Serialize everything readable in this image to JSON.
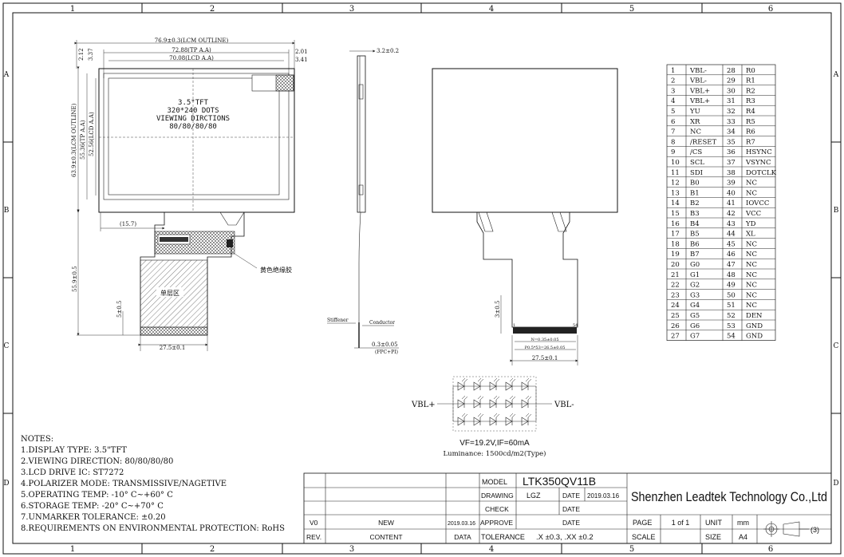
{
  "grid": {
    "columns": [
      "1",
      "2",
      "3",
      "4",
      "5",
      "6"
    ],
    "rows": [
      "A",
      "B",
      "C",
      "D"
    ]
  },
  "front_view": {
    "dims": {
      "outline_w": "76.9±0.3(LCM OUTLINE)",
      "tp_aa_w": "72.88(TP A.A)",
      "lcd_aa_w": "70.08(LCD A.A)",
      "r1": "2.01",
      "r2": "3.41",
      "l1": "2.12",
      "l2": "3.37",
      "outline_h": "63.9±0.3(LCM OUTLINE)",
      "tp_aa_h": "55.36(TP A.A)",
      "lcd_aa_h": "52.56(LCD A.A)",
      "fpc_offset": "(15.7)",
      "fpc_len": "55.9±0.5",
      "tab": "5±0.5",
      "fpc_w": "27.5±0.1"
    },
    "center_text": [
      "3.5\"TFT",
      "320*240 DOTS",
      "VIEWING DIRCTIONS",
      "80/80/80/80"
    ],
    "label_insulation": "黄色绝缘胶",
    "label_layer": "单层区"
  },
  "side_view": {
    "top_dim": "3.2±0.2",
    "stiffener": "Stiffener",
    "conductor": "Conductor",
    "thickness": "0.3±0.05",
    "thickness_note": "(FPC+PI)"
  },
  "back_view": {
    "tab_dim": "3±0.5",
    "pin_first": "1",
    "pin_last": "54",
    "pitch": "N=0.35±0.05",
    "pitch_total": "P0.5*53=26.5±0.05",
    "width": "27.5±0.1"
  },
  "led": {
    "plus": "VBL+",
    "minus": "VBL-",
    "vf": "VF=19.2V,IF=60mA",
    "lum": "Luminance: 1500cd/m2(Type)"
  },
  "pins": [
    [
      "1",
      "VBL-",
      "28",
      "R0"
    ],
    [
      "2",
      "VBL-",
      "29",
      "R1"
    ],
    [
      "3",
      "VBL+",
      "30",
      "R2"
    ],
    [
      "4",
      "VBL+",
      "31",
      "R3"
    ],
    [
      "5",
      "YU",
      "32",
      "R4"
    ],
    [
      "6",
      "XR",
      "33",
      "R5"
    ],
    [
      "7",
      "NC",
      "34",
      "R6"
    ],
    [
      "8",
      "/RESET",
      "35",
      "R7"
    ],
    [
      "9",
      "/CS",
      "36",
      "HSYNC"
    ],
    [
      "10",
      "SCL",
      "37",
      "VSYNC"
    ],
    [
      "11",
      "SDI",
      "38",
      "DOTCLK"
    ],
    [
      "12",
      "B0",
      "39",
      "NC"
    ],
    [
      "13",
      "B1",
      "40",
      "NC"
    ],
    [
      "14",
      "B2",
      "41",
      "IOVCC"
    ],
    [
      "15",
      "B3",
      "42",
      "VCC"
    ],
    [
      "16",
      "B4",
      "43",
      "YD"
    ],
    [
      "17",
      "B5",
      "44",
      "XL"
    ],
    [
      "18",
      "B6",
      "45",
      "NC"
    ],
    [
      "19",
      "B7",
      "46",
      "NC"
    ],
    [
      "20",
      "G0",
      "47",
      "NC"
    ],
    [
      "21",
      "G1",
      "48",
      "NC"
    ],
    [
      "22",
      "G2",
      "49",
      "NC"
    ],
    [
      "23",
      "G3",
      "50",
      "NC"
    ],
    [
      "24",
      "G4",
      "51",
      "NC"
    ],
    [
      "25",
      "G5",
      "52",
      "DEN"
    ],
    [
      "26",
      "G6",
      "53",
      "GND"
    ],
    [
      "27",
      "G7",
      "54",
      "GND"
    ]
  ],
  "notes": {
    "title": "NOTES:",
    "items": [
      "1.DISPLAY TYPE:  3.5\"TFT",
      "2.VIEWING DIRECTION: 80/80/80/80",
      "3.LCD DRIVE IC: ST7272",
      "4.POLARIZER MODE: TRANSMISSIVE/NAGETIVE",
      "5.OPERATING TEMP: -10° C~+60° C",
      "6.STORAGE TEMP: -20° C~+70° C",
      "7.UNMARKER TOLERANCE: ±0.20",
      "8.REQUIREMENTS ON ENVIRONMENTAL PROTECTION: RoHS"
    ]
  },
  "title_block": {
    "model_label": "MODEL",
    "model": "LTK350QV11B",
    "drawing_label": "DRAWING",
    "drawn_by": "LGZ",
    "date_label": "DATE",
    "date": "2019.03.16",
    "check_label": "CHECK",
    "approve_label": "APPROVE",
    "rev_v0": "V0",
    "rev_new": "NEW",
    "rev_date": "2019.03.16",
    "rev_label": "REV.",
    "content_label": "CONTENT",
    "data_label": "DATA",
    "tolerance_label": "TOLERANCE",
    "tolerance": ".X ±0.3,  .XX ±0.2",
    "company": "Shenzhen Leadtek Technology Co.,Ltd",
    "page_label": "PAGE",
    "page": "1  of  1",
    "unit_label": "UNIT",
    "unit": "mm",
    "scale_label": "SCALE",
    "size_label": "SIZE",
    "size": "A4",
    "projection": "(3)"
  }
}
